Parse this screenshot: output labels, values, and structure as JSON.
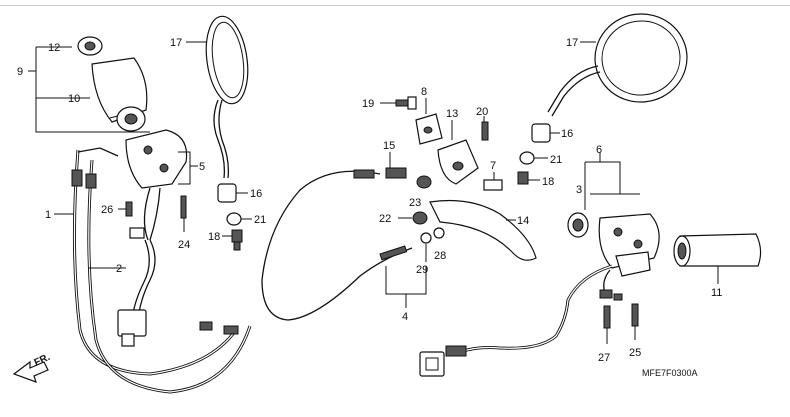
{
  "labels": [
    {
      "id": "12",
      "text": "12"
    },
    {
      "id": "9",
      "text": "9"
    },
    {
      "id": "10",
      "text": "10"
    },
    {
      "id": "17a",
      "text": "17"
    },
    {
      "id": "17b",
      "text": "17"
    },
    {
      "id": "5",
      "text": "5"
    },
    {
      "id": "16a",
      "text": "16"
    },
    {
      "id": "16b",
      "text": "16"
    },
    {
      "id": "21a",
      "text": "21"
    },
    {
      "id": "21b",
      "text": "21"
    },
    {
      "id": "18a",
      "text": "18"
    },
    {
      "id": "18b",
      "text": "18"
    },
    {
      "id": "26",
      "text": "26"
    },
    {
      "id": "24",
      "text": "24"
    },
    {
      "id": "1",
      "text": "1"
    },
    {
      "id": "2",
      "text": "2"
    },
    {
      "id": "19",
      "text": "19"
    },
    {
      "id": "8",
      "text": "8"
    },
    {
      "id": "13",
      "text": "13"
    },
    {
      "id": "20",
      "text": "20"
    },
    {
      "id": "15",
      "text": "15"
    },
    {
      "id": "7",
      "text": "7"
    },
    {
      "id": "23",
      "text": "23"
    },
    {
      "id": "22",
      "text": "22"
    },
    {
      "id": "14",
      "text": "14"
    },
    {
      "id": "28",
      "text": "28"
    },
    {
      "id": "29",
      "text": "29"
    },
    {
      "id": "4",
      "text": "4"
    },
    {
      "id": "6",
      "text": "6"
    },
    {
      "id": "3",
      "text": "3"
    },
    {
      "id": "11",
      "text": "11"
    },
    {
      "id": "27",
      "text": "27"
    },
    {
      "id": "25",
      "text": "25"
    }
  ],
  "front_indicator": "FR.",
  "diagram_code": "MFE7F0300A"
}
